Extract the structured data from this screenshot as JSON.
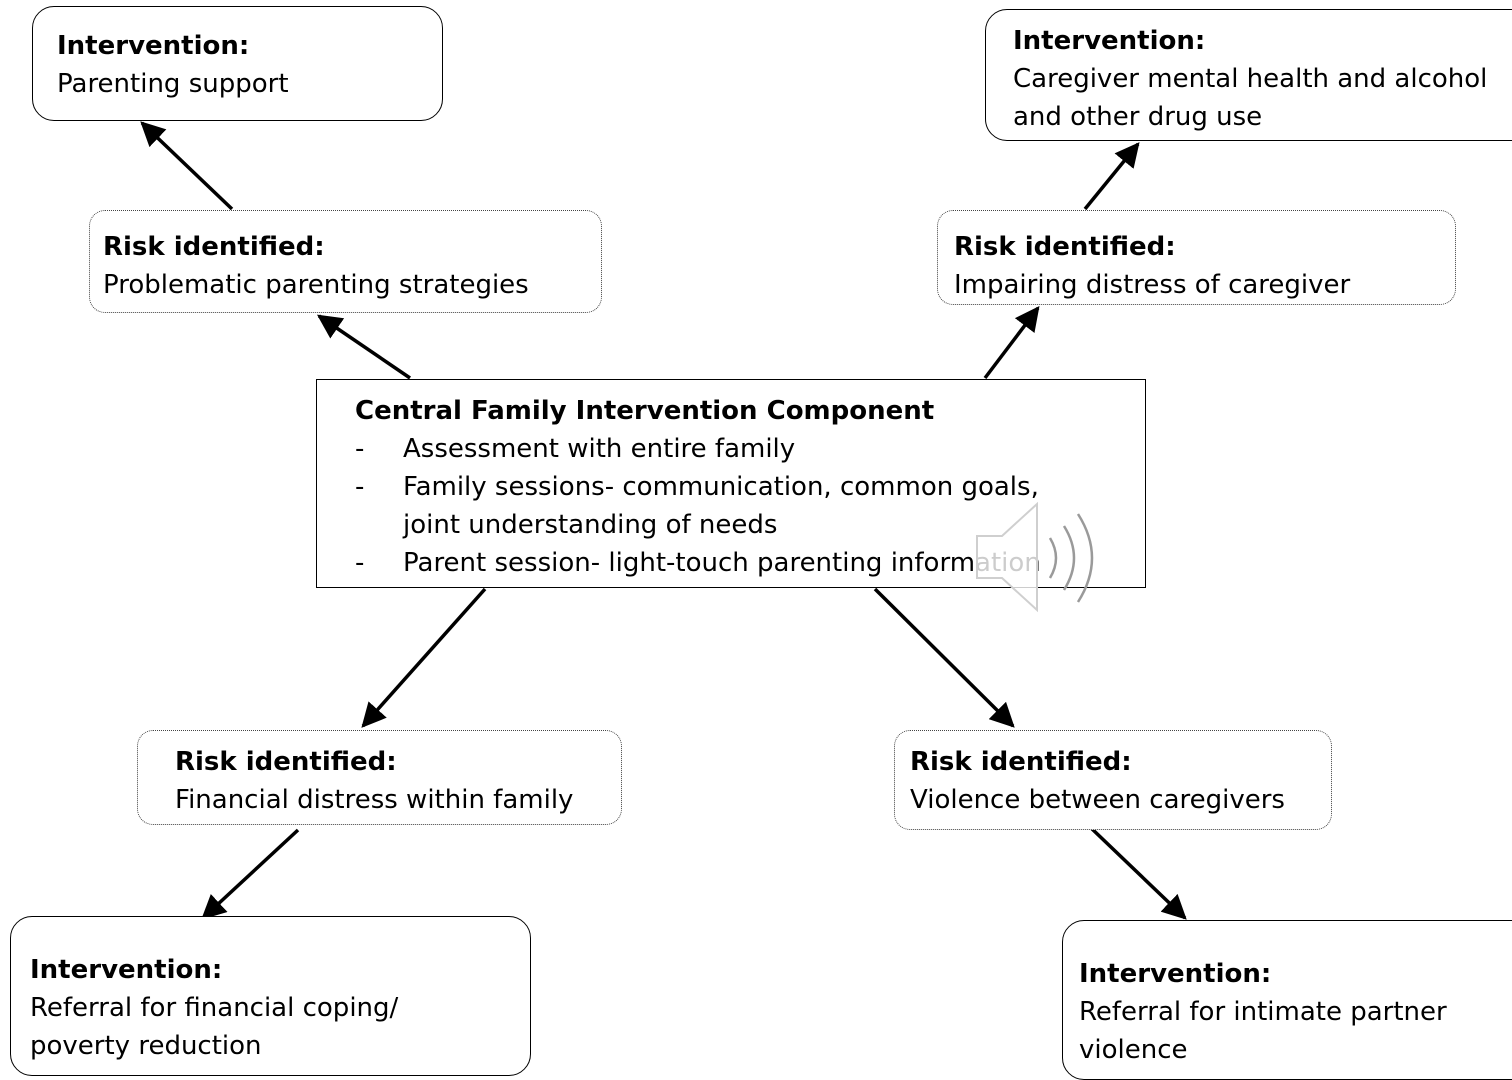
{
  "central": {
    "title": "Central Family Intervention Component",
    "bullets": [
      "Assessment with entire family",
      "Family sessions- communication, common goals, joint understanding of needs",
      "Parent session- light-touch parenting information"
    ]
  },
  "risks": {
    "top_left": {
      "heading": "Risk identified:",
      "text": "Problematic parenting strategies"
    },
    "top_right": {
      "heading": "Risk identified:",
      "text": "Impairing distress of caregiver"
    },
    "bottom_left": {
      "heading": "Risk identified:",
      "text": "Financial distress within family"
    },
    "bottom_right": {
      "heading": "Risk identified:",
      "text": "Violence between caregivers"
    }
  },
  "interventions": {
    "top_left": {
      "heading": "Intervention:",
      "text": "Parenting support"
    },
    "top_right": {
      "heading": "Intervention:",
      "line1": "Caregiver mental health and alcohol",
      "line2": "and other drug use"
    },
    "bottom_left": {
      "heading": "Intervention:",
      "line1": "Referral for financial coping/",
      "line2": "poverty reduction"
    },
    "bottom_right": {
      "heading": "Intervention:",
      "line1": "Referral for intimate partner",
      "line2": "violence"
    }
  },
  "icons": {
    "audio": "speaker-icon"
  }
}
